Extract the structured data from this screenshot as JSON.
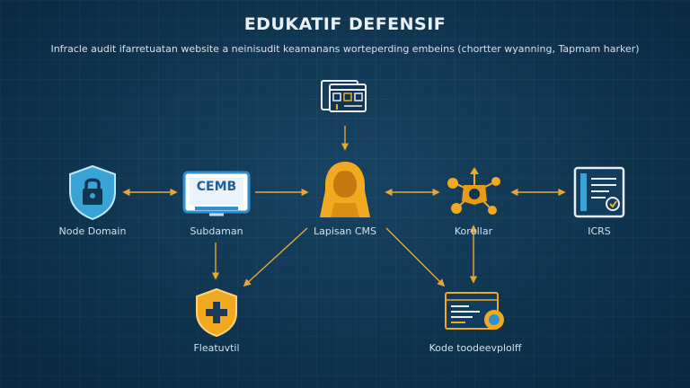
{
  "title": "EDUKATIF DEFENSIF",
  "subtitle": "Infracle audit ifarretuatan website a neinisudit keamanans worteperding embeins (chortter wyanning, Tapmam harker)",
  "nodes": {
    "node_domain": {
      "label": "Node Domain",
      "icon": "shield-lock-icon"
    },
    "subdomain": {
      "label": "Subdaman",
      "icon": "monitor-icon",
      "screen_text": "CEMB"
    },
    "cms": {
      "label": "Lapisan CMS",
      "icon": "hooded-hacker-icon"
    },
    "korullar": {
      "label": "Korullar",
      "icon": "network-nodes-icon"
    },
    "icrs": {
      "label": "ICRS",
      "icon": "document-panel-icon"
    },
    "fleatuvtil": {
      "label": "Fleatuvtil",
      "icon": "shield-plus-icon"
    },
    "kode": {
      "label": "Kode toodeevplolff",
      "icon": "code-window-icon"
    },
    "top": {
      "icon": "server-panel-icon"
    }
  },
  "colors": {
    "accent": "#f2a91f",
    "accent_line": "#e4a83a",
    "shield_blue": "#3aa3d6",
    "monitor_blue": "#2f8fd0"
  }
}
